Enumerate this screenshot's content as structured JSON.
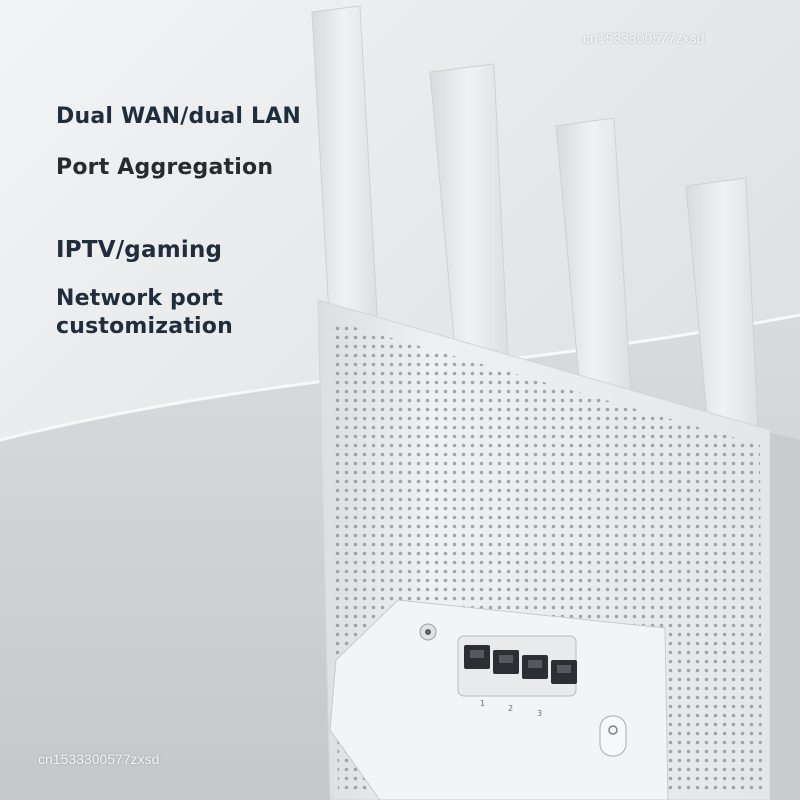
{
  "features": [
    "Dual WAN/dual LAN",
    "Port Aggregation",
    "IPTV/gaming",
    "Network port\ncustomization"
  ],
  "watermark": "cn1533300577zxsd",
  "port_numbers": [
    "1",
    "2",
    "3"
  ],
  "colors": {
    "headline": "#1f2d3d",
    "router_body": "#eceef0",
    "background": "#e7e8ea"
  }
}
